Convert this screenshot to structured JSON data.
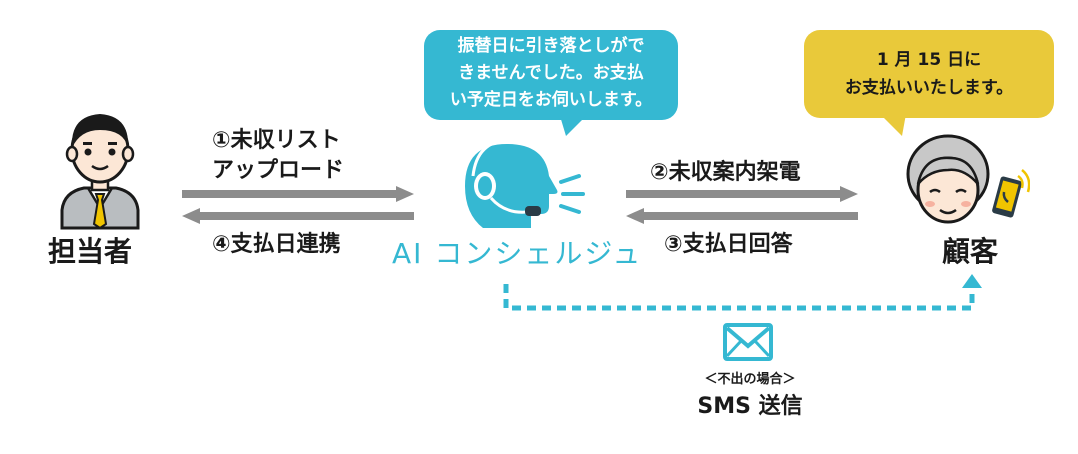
{
  "nodes": {
    "staff": {
      "label": "担当者"
    },
    "ai": {
      "label": "AI コンシェルジュ"
    },
    "customer": {
      "label": "顧客"
    }
  },
  "bubbles": {
    "ai_message": "振替日に引き落としがで\nきませんでした。お支払\nい予定日をお伺いします。",
    "customer_message": "1 月 15 日に\nお支払いいたします。"
  },
  "steps": {
    "step1": "①未収リスト\nアップロード",
    "step2": "②未収案内架電",
    "step3": "③支払日回答",
    "step4": "④支払日連携"
  },
  "sms": {
    "condition": "＜不出の場合＞",
    "label": "SMS 送信"
  },
  "colors": {
    "accent": "#35b8d2",
    "bubble_yellow": "#e9c93a",
    "arrow_gray": "#8c8c8c"
  },
  "icons": [
    "staff-person-icon",
    "ai-headset-icon",
    "customer-person-icon",
    "mail-icon"
  ]
}
